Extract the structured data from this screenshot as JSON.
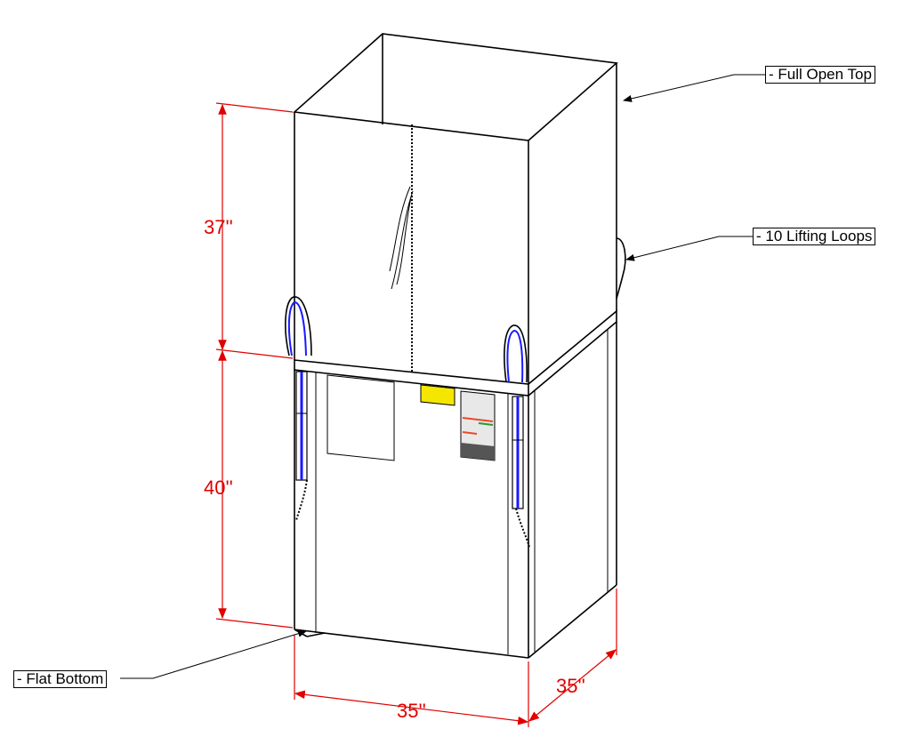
{
  "callouts": {
    "top": "- Full Open Top",
    "loops": "- 10 Lifting Loops",
    "bottom": "- Flat Bottom"
  },
  "dimensions": {
    "top_height": "37''",
    "body_height": "40''",
    "width": "35''",
    "depth": "35''"
  },
  "colors": {
    "dimension": "#e00000",
    "strap_stripe": "#1a1aff",
    "label_yellow": "#f5e600"
  }
}
